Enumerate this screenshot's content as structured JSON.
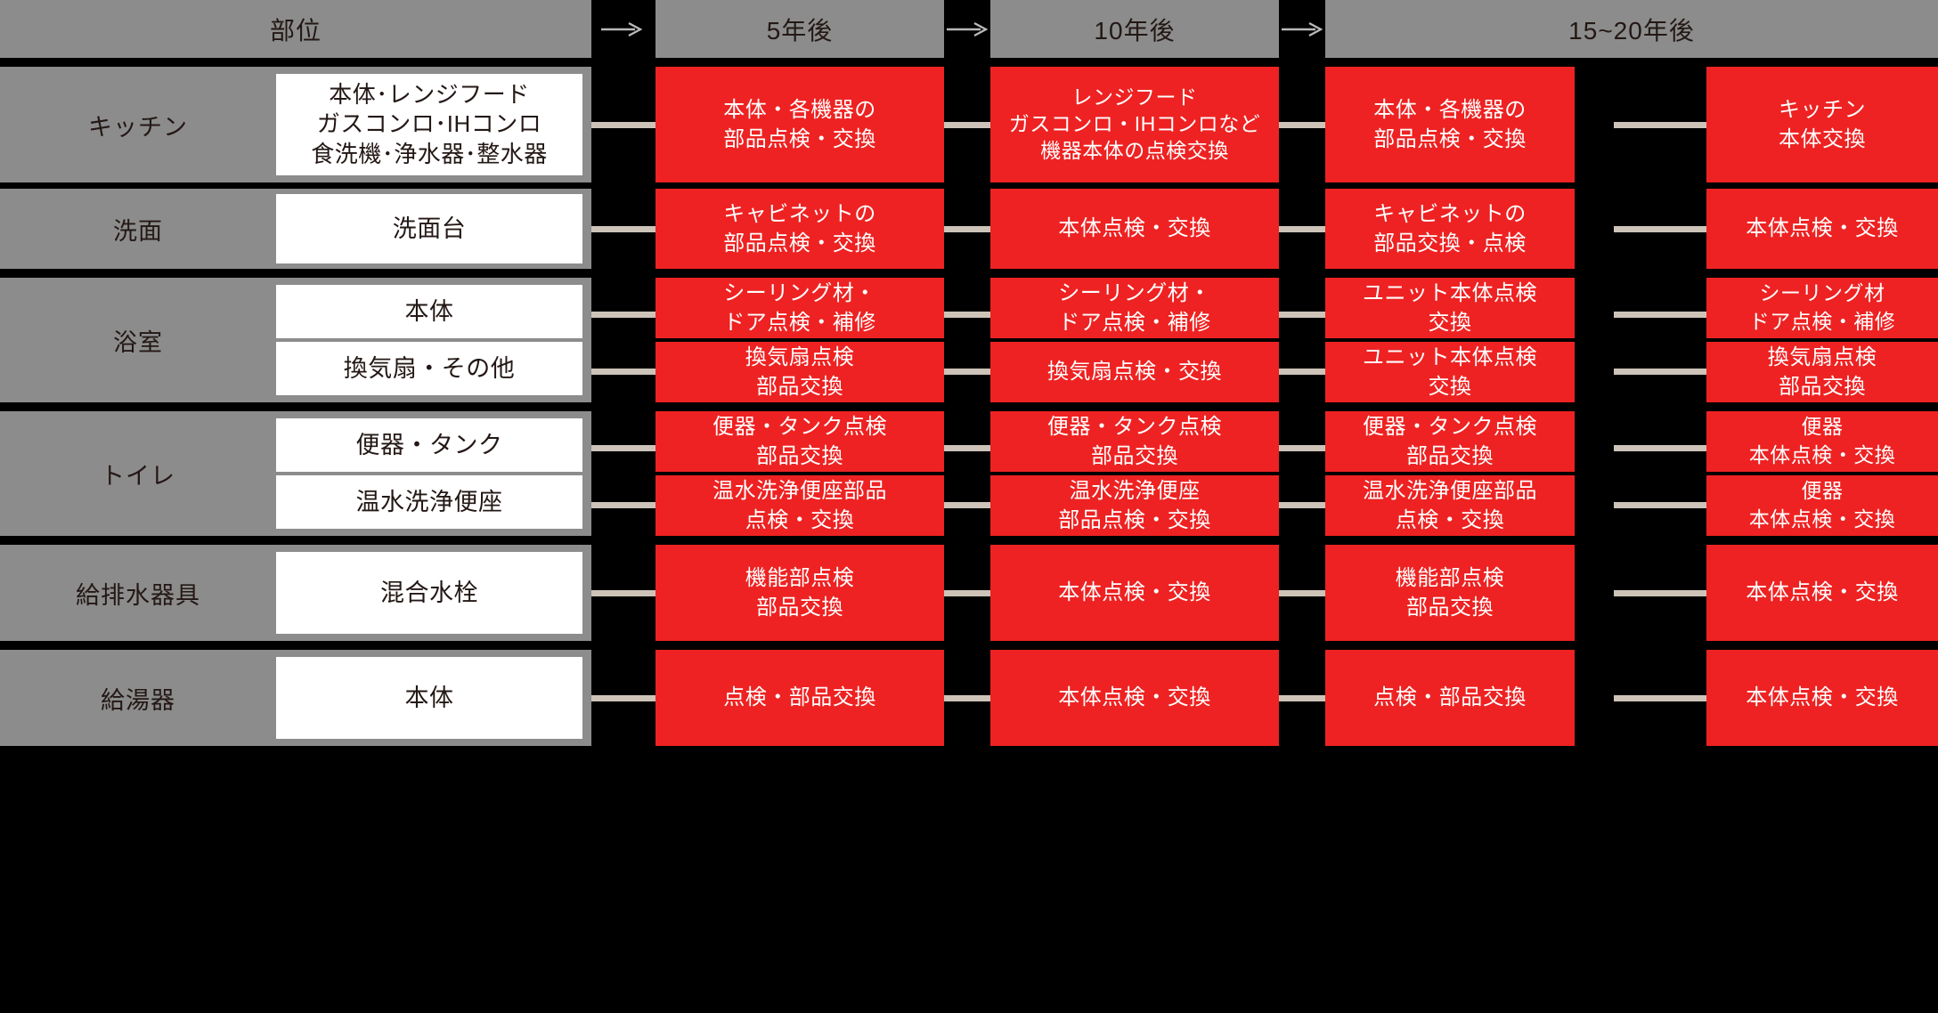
{
  "header": {
    "part_label": "部位",
    "milestones": [
      "5年後",
      "10年後",
      "15~20年後"
    ],
    "arrow_icon": "arrow-right-icon"
  },
  "colors": {
    "background": "#000000",
    "header_gray": "#8c8c8c",
    "action_red": "#ee2222",
    "connector": "#cdc3b8",
    "sub_box": "#ffffff",
    "text_dark": "#231815",
    "text_light": "#ffffff"
  },
  "rows": [
    {
      "category": "キッチン",
      "subitems": [
        "本体･レンジフード\nガスコンロ･IHコンロ\n食洗機･浄水器･整水器"
      ],
      "lines": [
        [
          "本体・各機器の",
          "部品点検・交換"
        ],
        [
          "レンジフード",
          "ガスコンロ・IHコンロなど",
          "機器本体の点検交換"
        ],
        [
          "本体・各機器の",
          "部品点検・交換"
        ],
        [
          "キッチン",
          "本体交換"
        ]
      ]
    },
    {
      "category": "洗面",
      "subitems": [
        "洗面台"
      ],
      "lines": [
        [
          "キャビネットの",
          "部品点検・交換"
        ],
        [
          "本体点検・交換"
        ],
        [
          "キャビネットの",
          "部品交換・点検"
        ],
        [
          "本体点検・交換"
        ]
      ]
    },
    {
      "category": "浴室",
      "subitems": [
        "本体",
        "換気扇・その他"
      ],
      "lines_a": [
        [
          "シーリング材・",
          "ドア点検・補修"
        ],
        [
          "シーリング材・",
          "ドア点検・補修"
        ],
        [
          "ユニット本体点検",
          "交換"
        ],
        [
          "シーリング材",
          "ドア点検・補修"
        ]
      ],
      "lines_b": [
        [
          "換気扇点検",
          "部品交換"
        ],
        [
          "換気扇点検・交換"
        ],
        [
          "ユニット本体点検",
          "交換"
        ],
        [
          "換気扇点検",
          "部品交換"
        ]
      ]
    },
    {
      "category": "トイレ",
      "subitems": [
        "便器・タンク",
        "温水洗浄便座"
      ],
      "lines_a": [
        [
          "便器・タンク点検",
          "部品交換"
        ],
        [
          "便器・タンク点検",
          "部品交換"
        ],
        [
          "便器・タンク点検",
          "部品交換"
        ],
        [
          "便器",
          "本体点検・交換"
        ]
      ],
      "lines_b": [
        [
          "温水洗浄便座部品",
          "点検・交換"
        ],
        [
          "温水洗浄便座",
          "部品点検・交換"
        ],
        [
          "温水洗浄便座部品",
          "点検・交換"
        ],
        [
          "便器",
          "本体点検・交換"
        ]
      ]
    },
    {
      "category": "給排水器具",
      "subitems": [
        "混合水栓"
      ],
      "lines": [
        [
          "機能部点検",
          "部品交換"
        ],
        [
          "本体点検・交換"
        ],
        [
          "機能部点検",
          "部品交換"
        ],
        [
          "本体点検・交換"
        ]
      ]
    },
    {
      "category": "給湯器",
      "subitems": [
        "本体"
      ],
      "lines": [
        [
          "点検・部品交換"
        ],
        [
          "本体点検・交換"
        ],
        [
          "点検・部品交換"
        ],
        [
          "本体点検・交換"
        ]
      ]
    }
  ]
}
